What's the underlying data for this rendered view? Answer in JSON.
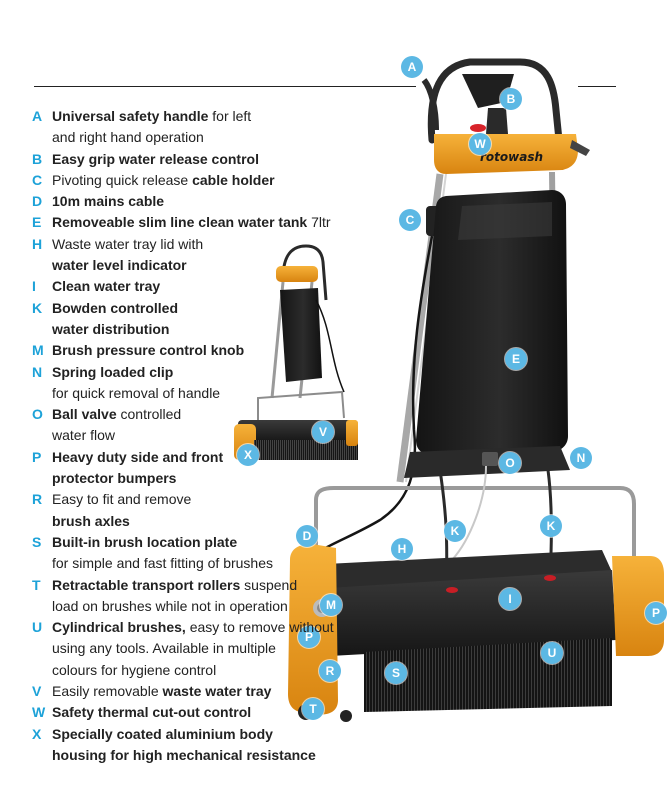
{
  "colors": {
    "accent": "#1da2d8",
    "badge": "#5cb8e4",
    "machine_orange": "#f0a020",
    "body_black": "#1e1e1e"
  },
  "brand_label": "rotowash",
  "legend": [
    {
      "letter": "A",
      "lines": [
        [
          {
            "t": "Universal safety handle",
            "b": true
          },
          {
            "t": " for left",
            "b": false
          }
        ],
        [
          {
            "t": "and right hand operation",
            "b": false
          }
        ]
      ]
    },
    {
      "letter": "B",
      "lines": [
        [
          {
            "t": "Easy grip water release control",
            "b": true
          }
        ]
      ]
    },
    {
      "letter": "C",
      "lines": [
        [
          {
            "t": "Pivoting quick release ",
            "b": false
          },
          {
            "t": "cable holder",
            "b": true
          }
        ]
      ]
    },
    {
      "letter": "D",
      "lines": [
        [
          {
            "t": "10m mains cable",
            "b": true
          }
        ]
      ]
    },
    {
      "letter": "E",
      "lines": [
        [
          {
            "t": "Removeable slim line clean water tank",
            "b": true
          },
          {
            "t": " 7ltr",
            "b": false
          }
        ]
      ]
    },
    {
      "letter": "H",
      "lines": [
        [
          {
            "t": "Waste water tray lid with",
            "b": false
          }
        ],
        [
          {
            "t": "water level indicator",
            "b": true
          }
        ]
      ]
    },
    {
      "letter": "I",
      "lines": [
        [
          {
            "t": "Clean water tray",
            "b": true
          }
        ]
      ]
    },
    {
      "letter": "K",
      "lines": [
        [
          {
            "t": "Bowden controlled",
            "b": true
          }
        ],
        [
          {
            "t": "water distribution",
            "b": true
          }
        ]
      ]
    },
    {
      "letter": "M",
      "lines": [
        [
          {
            "t": "Brush pressure control knob",
            "b": true
          }
        ]
      ]
    },
    {
      "letter": "N",
      "lines": [
        [
          {
            "t": "Spring loaded clip",
            "b": true
          }
        ],
        [
          {
            "t": "for quick removal of handle",
            "b": false
          }
        ]
      ]
    },
    {
      "letter": "O",
      "lines": [
        [
          {
            "t": "Ball valve",
            "b": true
          },
          {
            "t": " controlled",
            "b": false
          }
        ],
        [
          {
            "t": "water flow",
            "b": false
          }
        ]
      ]
    },
    {
      "letter": "P",
      "lines": [
        [
          {
            "t": "Heavy duty side and front",
            "b": true
          }
        ],
        [
          {
            "t": "protector bumpers",
            "b": true
          }
        ]
      ]
    },
    {
      "letter": "R",
      "lines": [
        [
          {
            "t": "Easy to fit and remove",
            "b": false
          }
        ],
        [
          {
            "t": "brush axles",
            "b": true
          }
        ]
      ]
    },
    {
      "letter": "S",
      "lines": [
        [
          {
            "t": "Built-in brush location plate",
            "b": true
          }
        ],
        [
          {
            "t": "for simple and fast fitting of brushes",
            "b": false
          }
        ]
      ]
    },
    {
      "letter": "T",
      "lines": [
        [
          {
            "t": "Retractable transport rollers",
            "b": true
          },
          {
            "t": " suspend",
            "b": false
          }
        ],
        [
          {
            "t": "load on brushes while not in operation",
            "b": false
          }
        ]
      ]
    },
    {
      "letter": "U",
      "lines": [
        [
          {
            "t": "Cylindrical brushes,",
            "b": true
          },
          {
            "t": " easy to remove without",
            "b": false
          }
        ],
        [
          {
            "t": "using any tools. Available in multiple",
            "b": false
          }
        ],
        [
          {
            "t": "colours for hygiene control",
            "b": false
          }
        ]
      ]
    },
    {
      "letter": "V",
      "lines": [
        [
          {
            "t": "Easily removable ",
            "b": false
          },
          {
            "t": "waste water tray",
            "b": true
          }
        ]
      ]
    },
    {
      "letter": "W",
      "lines": [
        [
          {
            "t": "Safety thermal cut-out control",
            "b": true
          }
        ]
      ]
    },
    {
      "letter": "X",
      "lines": [
        [
          {
            "t": "Specially coated aluminium body",
            "b": true
          }
        ],
        [
          {
            "t": "housing for high mechanical resistance",
            "b": true
          }
        ]
      ]
    }
  ],
  "callouts": [
    "A",
    "B",
    "W",
    "C",
    "E",
    "O",
    "N",
    "D",
    "K",
    "K",
    "H",
    "I",
    "M",
    "P",
    "P",
    "U",
    "R",
    "S",
    "T",
    "V",
    "X"
  ]
}
